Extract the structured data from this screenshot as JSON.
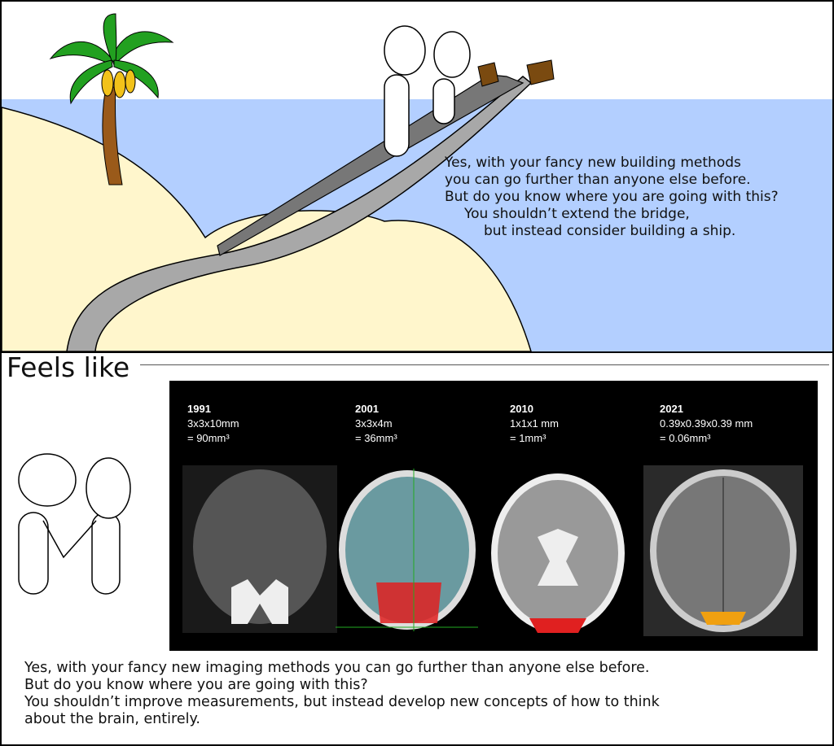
{
  "top_panel": {
    "caption_lines": [
      "Yes, with your fancy new building methods",
      "you can go further than anyone else before.",
      "But do you know where you are going with this?",
      "You shouldn’t extend the bridge,",
      "but instead consider building a ship."
    ]
  },
  "middle": {
    "heading": "Feels like",
    "scans": [
      {
        "year": "1991",
        "resolution": "3x3x10mm",
        "volume": "= 90mm³"
      },
      {
        "year": "2001",
        "resolution": "3x3x4m",
        "volume": "= 36mm³"
      },
      {
        "year": "2010",
        "resolution": "1x1x1 mm",
        "volume": "= 1mm³"
      },
      {
        "year": "2021",
        "resolution": "0.39x0.39x0.39 mm",
        "volume": "= 0.06mm³"
      }
    ]
  },
  "bottom_panel": {
    "caption_lines": [
      "Yes, with your fancy new imaging methods you can go further than anyone else before.",
      "But do you know where you are going with this?",
      "You shouldn’t improve measurements, but instead develop new concepts of how to think",
      "about the brain, entirely."
    ]
  },
  "colors": {
    "sea": "#b3cfff",
    "sand": "#fff6cc",
    "bridge": "#a8a8a8",
    "leaf": "#22a020",
    "banana": "#f2c21a",
    "trunk": "#9a5a1a"
  }
}
